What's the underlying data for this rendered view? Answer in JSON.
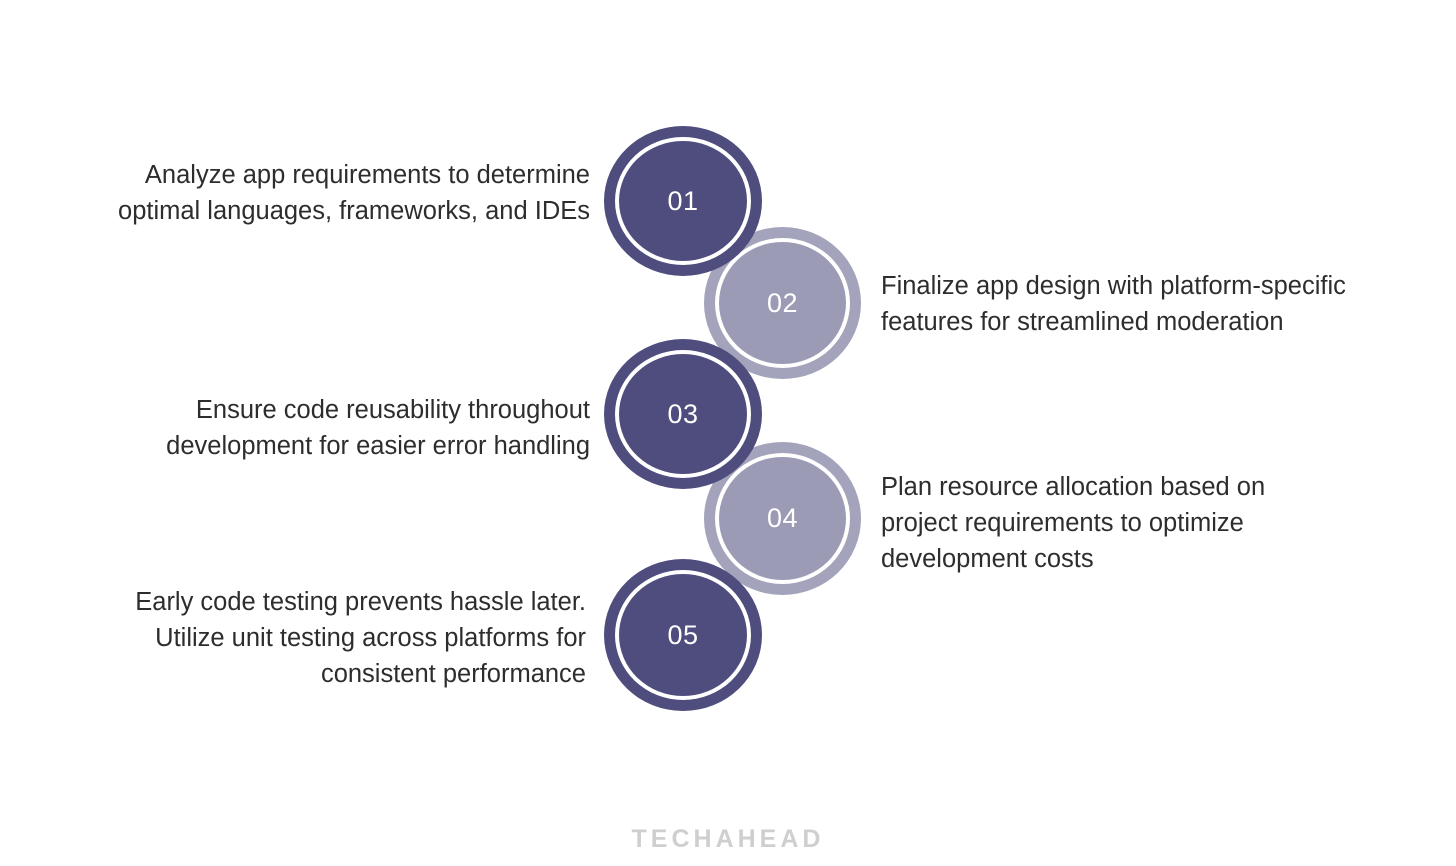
{
  "background_color": "#ffffff",
  "theme": {
    "dark_circle_color": "#4e4d7d",
    "light_circle_color": "#9b9bb5",
    "ring_gap_color": "#ffffff",
    "number_text_color": "#ffffff",
    "caption_text_color": "#2d2d2d",
    "watermark_color": "#cfcfcf"
  },
  "steps": [
    {
      "number": "01",
      "style": "dark",
      "side": "left",
      "text": "Analyze app requirements to determine\noptimal languages, frameworks, and IDEs"
    },
    {
      "number": "02",
      "style": "light",
      "side": "right",
      "text": "Finalize app design with platform-specific\nfeatures for streamlined moderation"
    },
    {
      "number": "03",
      "style": "dark",
      "side": "left",
      "text": "Ensure code reusability throughout\ndevelopment for easier error handling"
    },
    {
      "number": "04",
      "style": "light",
      "side": "right",
      "text": "Plan resource allocation based on\nproject requirements to optimize\ndevelopment costs"
    },
    {
      "number": "05",
      "style": "dark",
      "side": "left",
      "text": "Early code testing prevents hassle later.\nUtilize unit testing across platforms for\nconsistent performance"
    }
  ],
  "watermark": {
    "label": "TECHAHEAD"
  }
}
